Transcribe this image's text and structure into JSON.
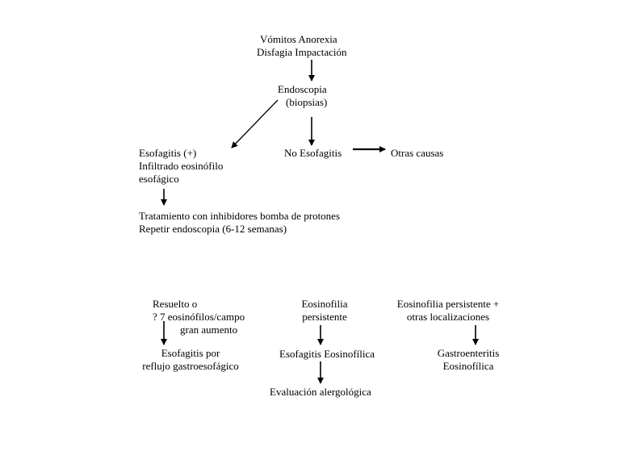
{
  "symptoms": {
    "line1": "Vómitos  Anorexia",
    "line2": "Disfagia  Impactación"
  },
  "endoscopy": {
    "line1": "Endoscopia",
    "line2": "(biopsias)"
  },
  "esofagitis_pos": {
    "line1": "Esofagitis (+)",
    "line2": "Infiltrado eosinófilo",
    "line3": "esofágico"
  },
  "no_esofagitis": "No Esofagitis",
  "otras_causas": "Otras causas",
  "tratamiento": {
    "line1": "Tratamiento con inhibidores bomba de protones",
    "line2": "Repetir endoscopia (6-12 semanas)"
  },
  "resuelto": {
    "line1": "Resuelto o",
    "line2": "?  7 eosinófilos/campo",
    "line3": "gran aumento"
  },
  "eos_persistente": {
    "line1": "Eosinofilia",
    "line2": "persistente"
  },
  "eos_otras": {
    "line1": "Eosinofilia persistente +",
    "line2": "otras localizaciones"
  },
  "reflujo": {
    "line1": "Esofagitis por",
    "line2": "reflujo gastroesofágico"
  },
  "esof_eos": "Esofagitis Eosinofílica",
  "gastro": {
    "line1": "Gastroenteritis",
    "line2": "Eosinofílica"
  },
  "alergo": "Evaluación alergológica"
}
